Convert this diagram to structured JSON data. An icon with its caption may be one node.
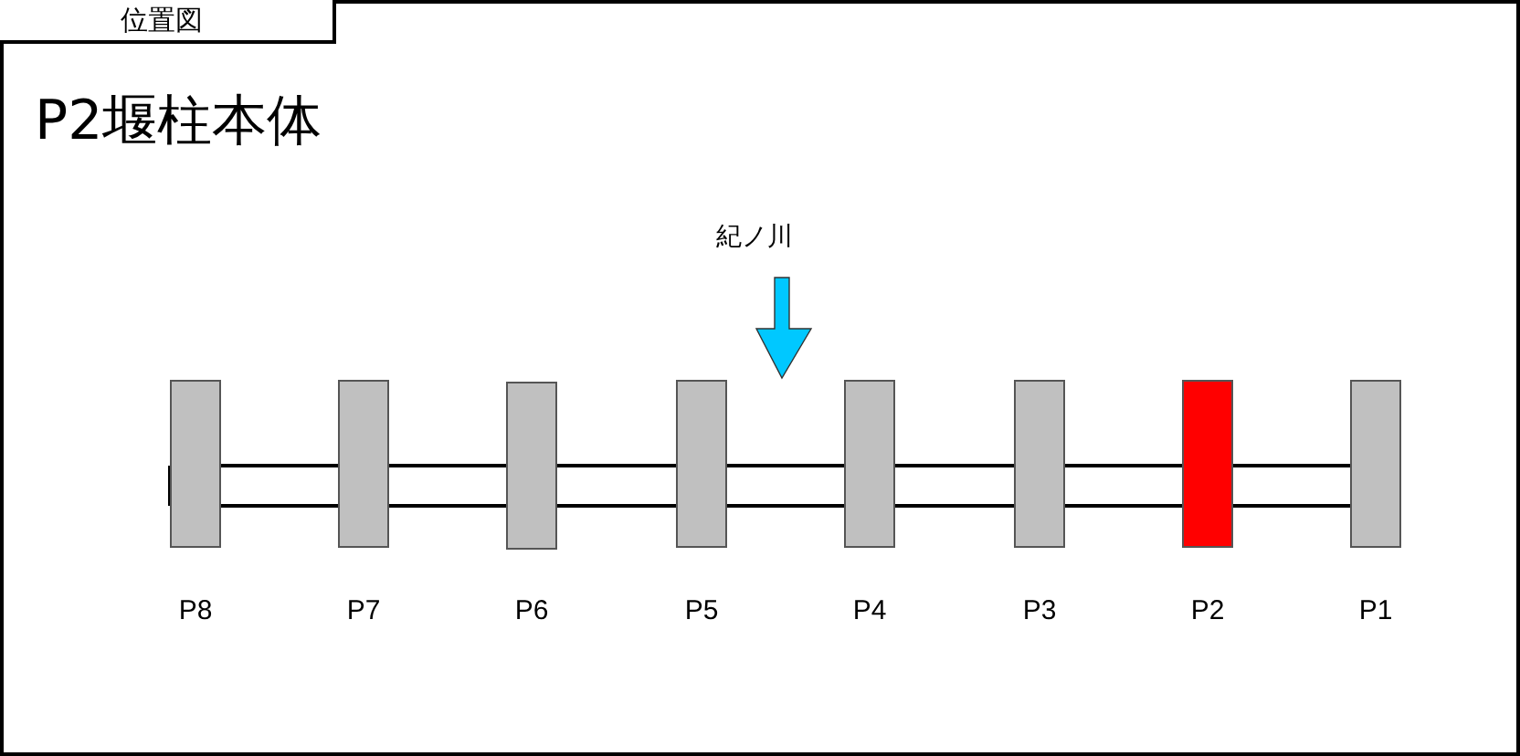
{
  "diagram": {
    "title": "P2堰柱本体",
    "nodes": [
      {
        "text": [],
        "shape": "box",
        "beside": [
          "P8"
        ]
      },
      {
        "text": [],
        "shape": "box",
        "beside": [
          "P7"
        ]
      },
      {
        "text": [],
        "shape": "box",
        "beside": [
          "P6"
        ]
      },
      {
        "text": [],
        "shape": "box",
        "beside": [
          "P5"
        ]
      },
      {
        "text": [],
        "shape": "box",
        "beside": [
          "P4"
        ]
      },
      {
        "text": [],
        "shape": "box",
        "beside": [
          "P3"
        ]
      },
      {
        "text": [],
        "shape": "box",
        "beside": [
          "P2"
        ]
      },
      {
        "text": [],
        "shape": "box",
        "beside": [
          "P1"
        ]
      }
    ],
    "labels": [
      "位置図",
      "紀ノ川"
    ]
  }
}
